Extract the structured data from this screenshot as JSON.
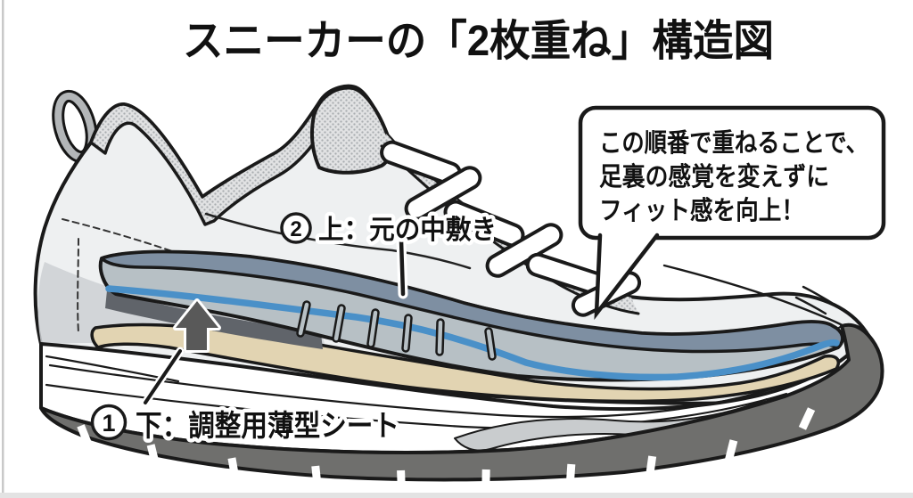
{
  "title": "スニーカーの「2枚重ね」構造図",
  "speech_bubble": {
    "line1": "この順番で重ねることで、",
    "line2": "足裏の感覚を変えずに",
    "line3": "フィット感を向上！"
  },
  "labels": {
    "top_insole": {
      "number": "2",
      "text": "上：元の中敷き"
    },
    "bottom_sheet": {
      "number": "1",
      "text": "下：調整用薄型シート"
    }
  },
  "colors": {
    "upper": "#EEF0F1",
    "upper_shade": "#CDD0D3",
    "insole_top": "#7E8FA2",
    "insole_side": "#B7C0C5",
    "trim_blue": "#4A90C8",
    "sheet_beige": "#E2D4B2",
    "midsole": "#FFFFFF",
    "outsole": "#6F6F6D",
    "arrow": "#595959",
    "outline": "#1A1A1A",
    "shadow_gap": "#60646A"
  }
}
